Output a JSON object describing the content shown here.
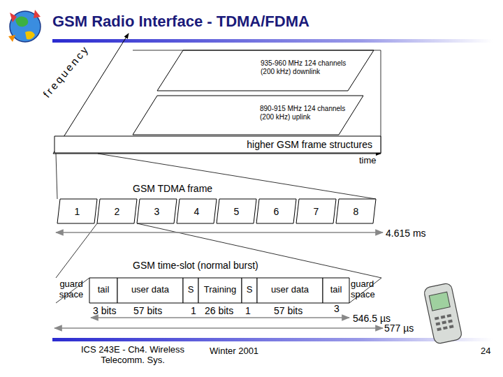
{
  "diagram": {
    "title": "GSM Radio Interface - TDMA/FDMA",
    "nodes": [
      {
        "text": [
          "935-960 MHz 124 channels (200 kHz) downlink"
        ]
      },
      {
        "text": [
          "890-915 MHz 124 channels (200 kHz) uplink"
        ]
      },
      {
        "text": [
          "higher GSM frame structures"
        ]
      },
      {
        "text": [
          "1"
        ]
      },
      {
        "text": [
          "2"
        ]
      },
      {
        "text": [
          "3"
        ]
      },
      {
        "text": [
          "4"
        ]
      },
      {
        "text": [
          "5"
        ]
      },
      {
        "text": [
          "6"
        ]
      },
      {
        "text": [
          "7"
        ]
      },
      {
        "text": [
          "8"
        ]
      },
      {
        "text": [
          "tail"
        ]
      },
      {
        "text": [
          "user data"
        ]
      },
      {
        "text": [
          "S"
        ]
      },
      {
        "text": [
          "Training"
        ]
      },
      {
        "text": [
          "S"
        ]
      },
      {
        "text": [
          "user data"
        ]
      },
      {
        "text": [
          "tail"
        ]
      }
    ],
    "labels": [
      "frequency",
      "time",
      "GSM TDMA frame",
      "4.615 ms",
      "GSM time-slot (normal burst)",
      "guard space",
      "guard space",
      "3 bits",
      "57 bits",
      "1",
      "26 bits",
      "1",
      "57 bits",
      "3",
      "546.5 µs",
      "577 µs",
      "ICS 243E - Ch4. Wireless Telecomm. Sys.",
      "Winter 2001",
      "24"
    ]
  }
}
